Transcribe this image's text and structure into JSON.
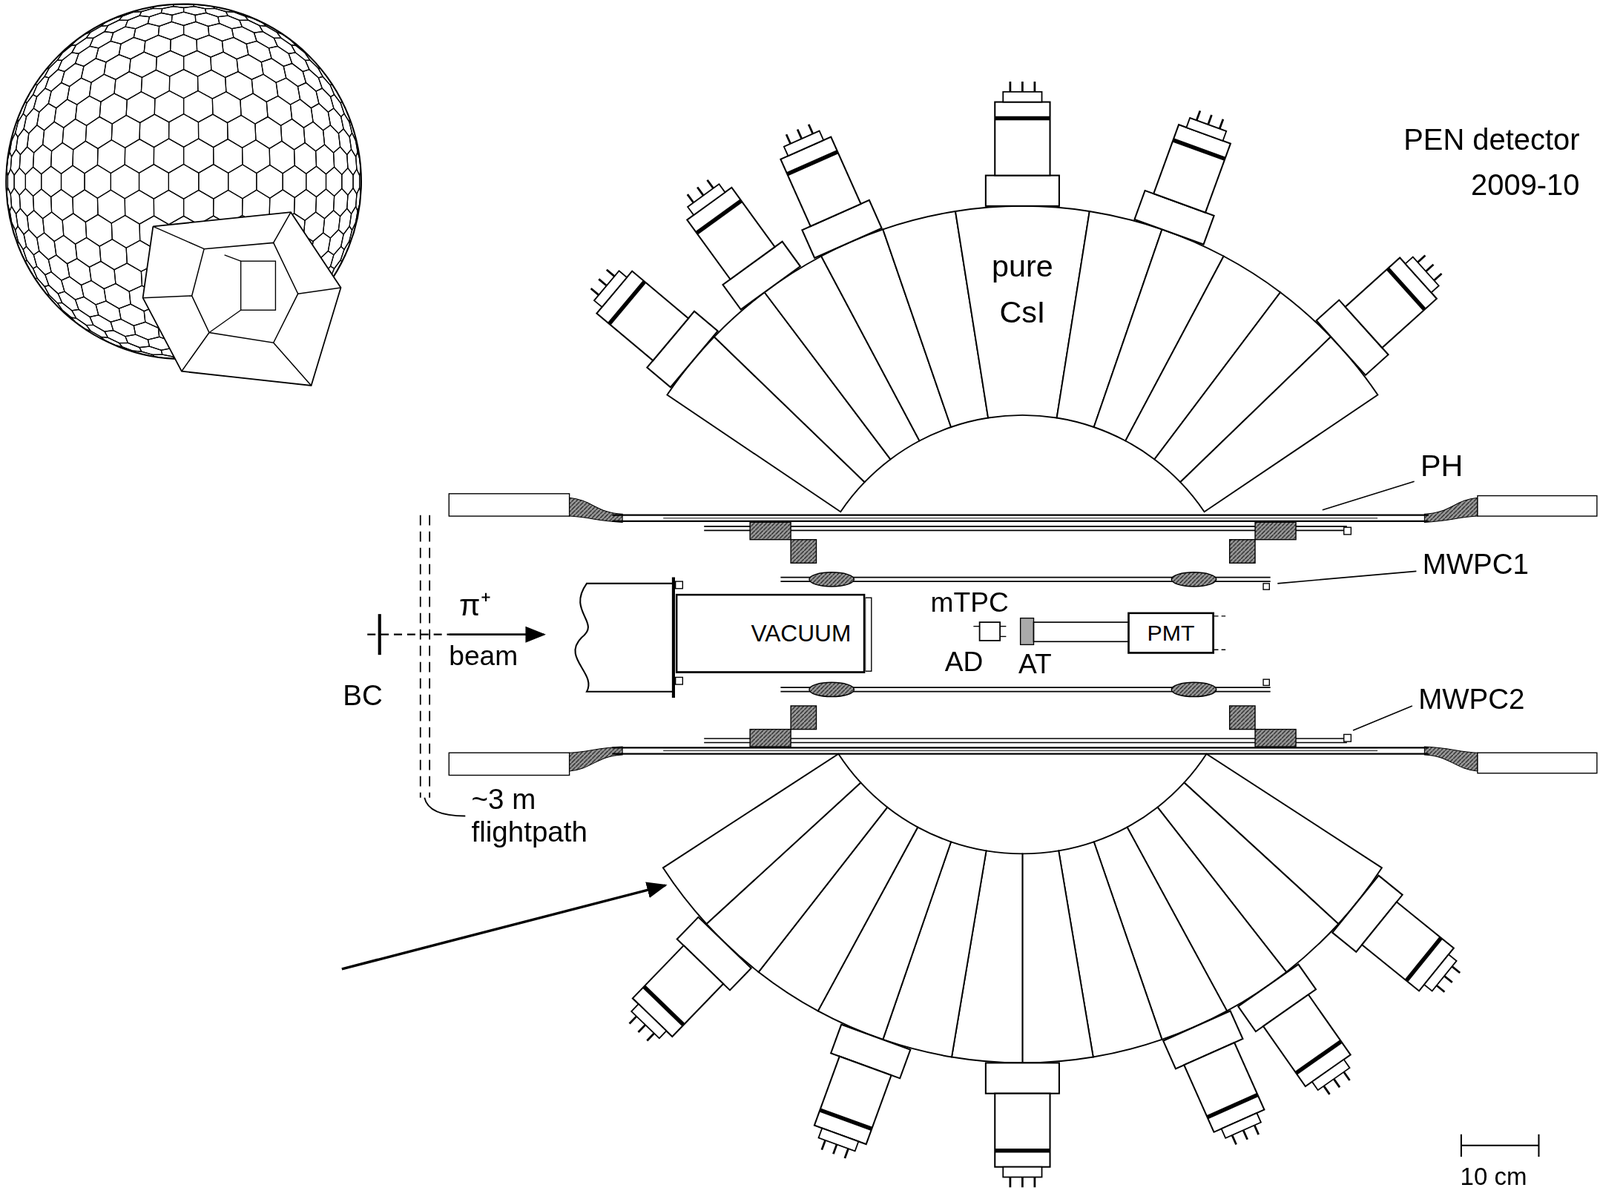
{
  "diagram": {
    "title": "PEN detector 2009-10",
    "nodes": [
      {
        "text": [
          "pure CsI"
        ]
      },
      {
        "text": [
          "VACUUM"
        ]
      },
      {
        "text": [
          "PMT"
        ]
      }
    ],
    "labels": [
      "π⁺",
      "beam",
      "BC",
      "~3 m flightpath",
      "mTPC",
      "AD",
      "AT",
      "PH",
      "MWPC1",
      "MWPC2",
      "10 cm"
    ]
  }
}
